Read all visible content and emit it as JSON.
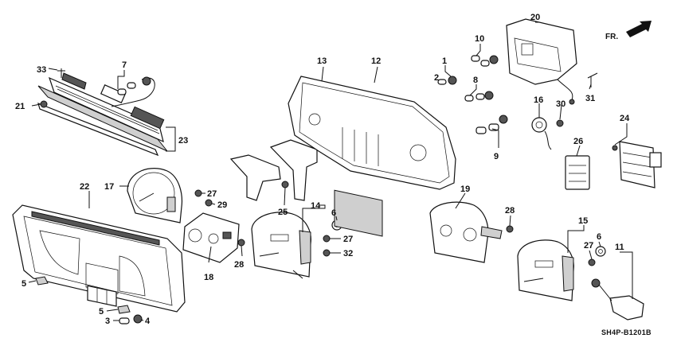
{
  "diagram": {
    "catalog_code": "SH4P-B1201B",
    "direction_label": "FR.",
    "callouts": [
      {
        "id": "c1",
        "label": "1"
      },
      {
        "id": "c2",
        "label": "2"
      },
      {
        "id": "c3",
        "label": "3"
      },
      {
        "id": "c4",
        "label": "4"
      },
      {
        "id": "c5a",
        "label": "5"
      },
      {
        "id": "c5b",
        "label": "5"
      },
      {
        "id": "c6a",
        "label": "6"
      },
      {
        "id": "c6b",
        "label": "6"
      },
      {
        "id": "c7",
        "label": "7"
      },
      {
        "id": "c8",
        "label": "8"
      },
      {
        "id": "c9",
        "label": "9"
      },
      {
        "id": "c10",
        "label": "10"
      },
      {
        "id": "c11",
        "label": "11"
      },
      {
        "id": "c12",
        "label": "12"
      },
      {
        "id": "c13",
        "label": "13"
      },
      {
        "id": "c14",
        "label": "14"
      },
      {
        "id": "c15",
        "label": "15"
      },
      {
        "id": "c16",
        "label": "16"
      },
      {
        "id": "c17",
        "label": "17"
      },
      {
        "id": "c18",
        "label": "18"
      },
      {
        "id": "c19",
        "label": "19"
      },
      {
        "id": "c20",
        "label": "20"
      },
      {
        "id": "c21",
        "label": "21"
      },
      {
        "id": "c22",
        "label": "22"
      },
      {
        "id": "c23",
        "label": "23"
      },
      {
        "id": "c24",
        "label": "24"
      },
      {
        "id": "c25",
        "label": "25"
      },
      {
        "id": "c26",
        "label": "26"
      },
      {
        "id": "c27a",
        "label": "27"
      },
      {
        "id": "c27b",
        "label": "27"
      },
      {
        "id": "c27c",
        "label": "27"
      },
      {
        "id": "c28a",
        "label": "28"
      },
      {
        "id": "c28b",
        "label": "28"
      },
      {
        "id": "c29",
        "label": "29"
      },
      {
        "id": "c30",
        "label": "30"
      },
      {
        "id": "c31",
        "label": "31"
      },
      {
        "id": "c32",
        "label": "32"
      },
      {
        "id": "c33",
        "label": "33"
      }
    ]
  }
}
